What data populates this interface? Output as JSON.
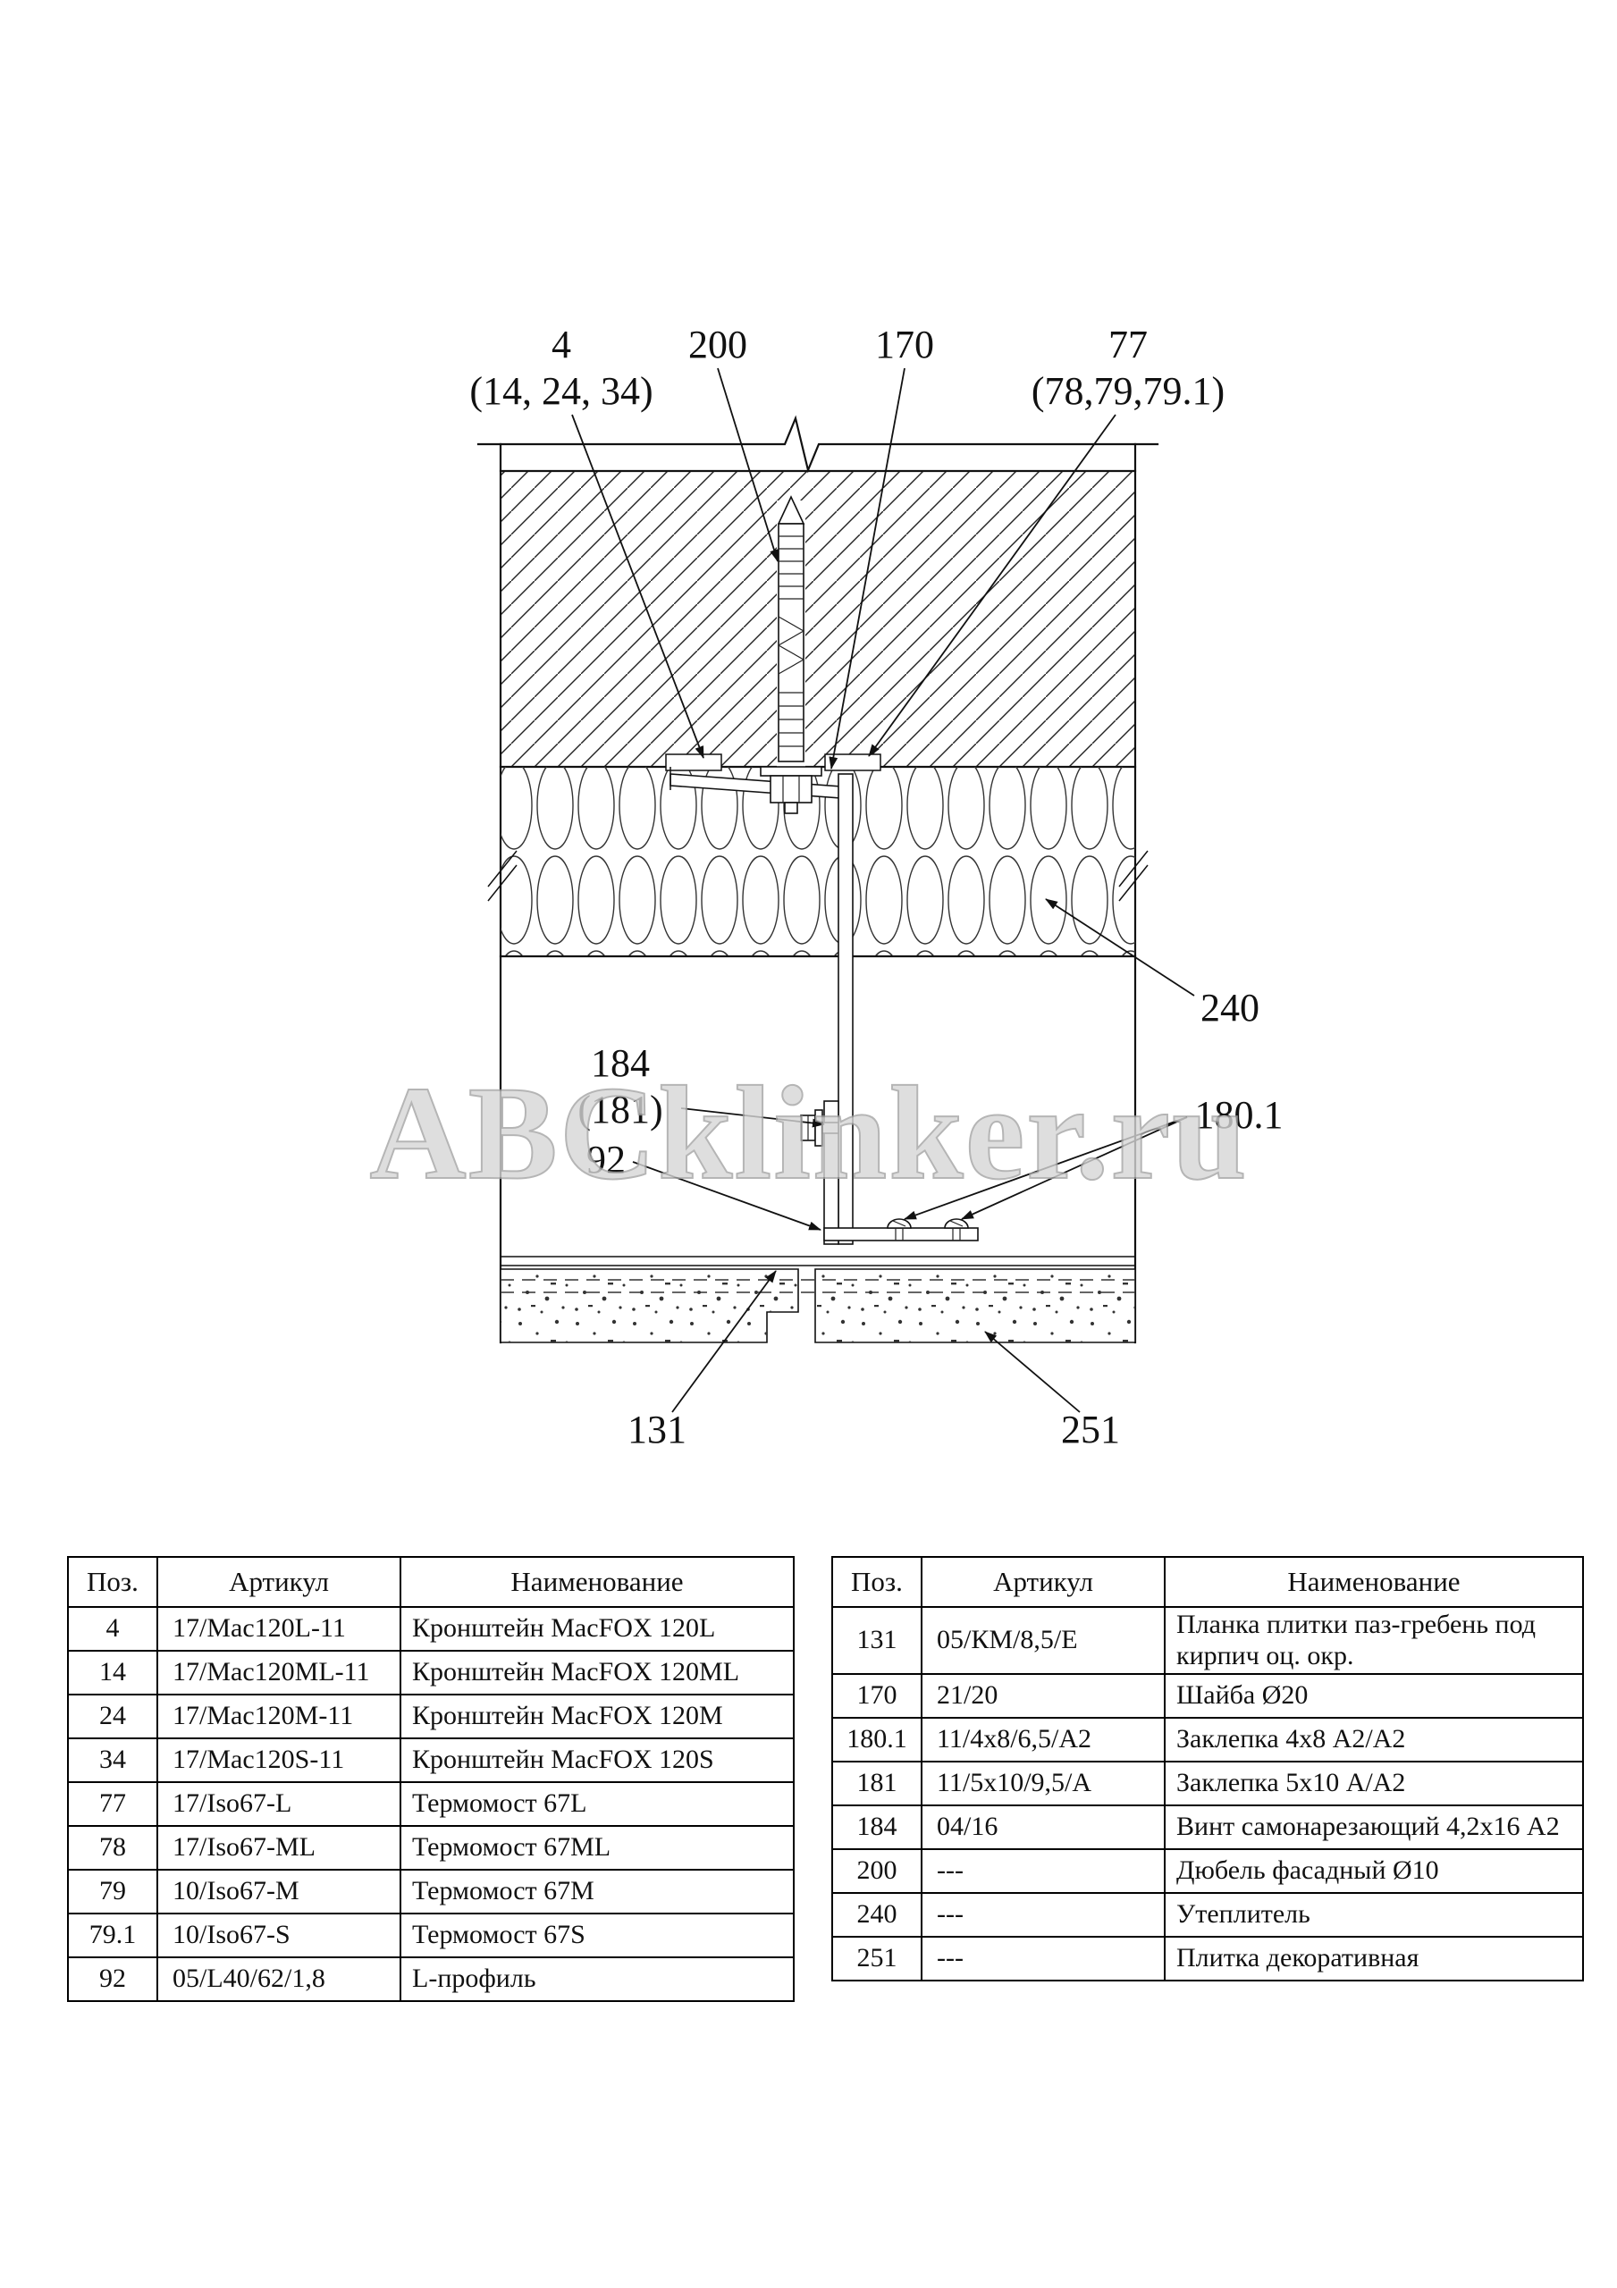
{
  "page": {
    "background": "#ffffff"
  },
  "drawing": {
    "watermark": "ABCklinker.ru",
    "callouts": {
      "c4": {
        "l1": "4",
        "l2": "(14, 24, 34)"
      },
      "c200": {
        "l1": "200"
      },
      "c170": {
        "l1": "170"
      },
      "c77": {
        "l1": "77",
        "l2": "(78,79,79.1)"
      },
      "c240": {
        "l1": "240"
      },
      "c184": {
        "l1": "184",
        "l2": "(181)"
      },
      "c92": {
        "l1": "92"
      },
      "c180_1": {
        "l1": "180.1"
      },
      "c131": {
        "l1": "131"
      },
      "c251": {
        "l1": "251"
      }
    }
  },
  "left_table": {
    "headers": [
      "Поз.",
      "Артикул",
      "Наименование"
    ],
    "rows": [
      {
        "pos": "4",
        "art": "17/Mac120L-11",
        "name": "Кронштейн MacFOX  120L"
      },
      {
        "pos": "14",
        "art": "17/Mac120ML-11",
        "name": "Кронштейн MacFOX 120ML"
      },
      {
        "pos": "24",
        "art": "17/Mac120M-11",
        "name": "Кронштейн MacFOX  120M"
      },
      {
        "pos": "34",
        "art": "17/Mac120S-11",
        "name": "Кронштейн MacFOX 120S"
      },
      {
        "pos": "77",
        "art": "17/Iso67-L",
        "name": "Термомост 67L"
      },
      {
        "pos": "78",
        "art": "17/Iso67-ML",
        "name": "Термомост 67ML"
      },
      {
        "pos": "79",
        "art": "10/Iso67-M",
        "name": "Термомост 67M"
      },
      {
        "pos": "79.1",
        "art": "10/Iso67-S",
        "name": "Термомост 67S"
      },
      {
        "pos": "92",
        "art": "05/L40/62/1,8",
        "name": "L-профиль"
      }
    ]
  },
  "right_table": {
    "headers": [
      "Поз.",
      "Артикул",
      "Наименование"
    ],
    "rows": [
      {
        "pos": "131",
        "art": "05/КМ/8,5/Е",
        "name": "Планка плитки паз-гребень под кирпич оц. окр."
      },
      {
        "pos": "170",
        "art": "21/20",
        "name": "Шайба Ø20"
      },
      {
        "pos": "180.1",
        "art": "11/4x8/6,5/А2",
        "name": "Заклепка 4x8 А2/А2"
      },
      {
        "pos": "181",
        "art": "11/5x10/9,5/А",
        "name": "Заклепка 5x10 А/А2"
      },
      {
        "pos": "184",
        "art": "04/16",
        "name": "Винт самонарезающий 4,2x16 А2"
      },
      {
        "pos": "200",
        "art": "---",
        "name": "Дюбель фасадный Ø10"
      },
      {
        "pos": "240",
        "art": "---",
        "name": "Утеплитель"
      },
      {
        "pos": "251",
        "art": "---",
        "name": "Плитка декоративная"
      }
    ]
  }
}
